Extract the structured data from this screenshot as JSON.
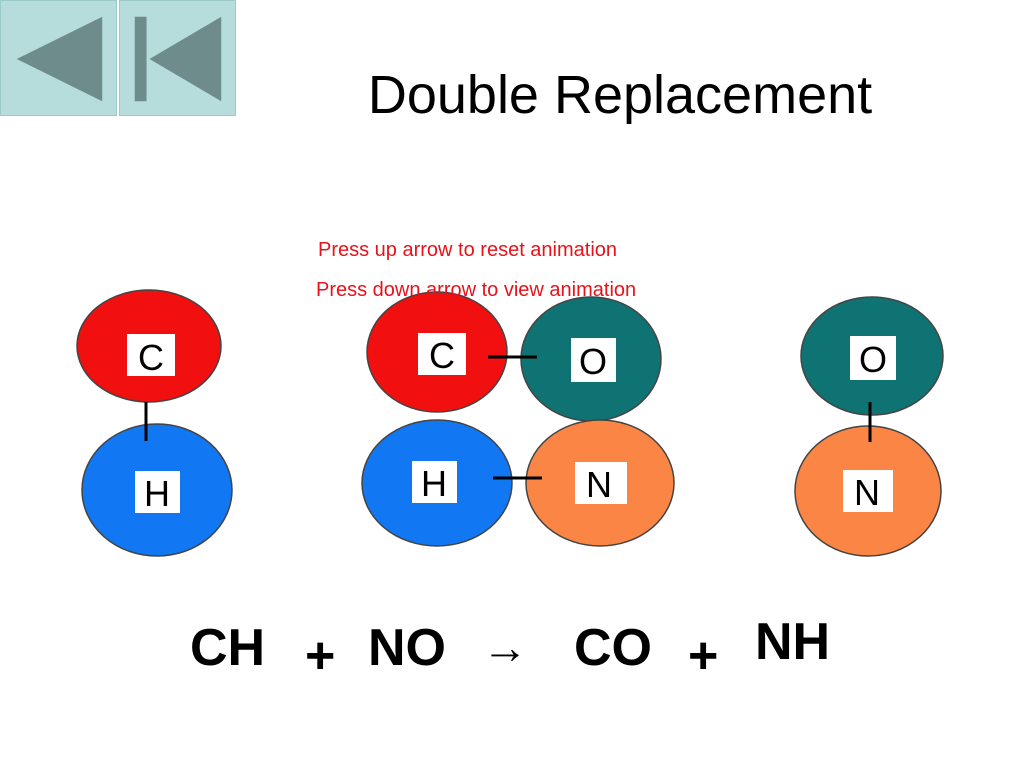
{
  "slide": {
    "title": "Double Replacement",
    "instructions": {
      "up": "Press up arrow to reset animation",
      "down": "Press down arrow to view animation"
    },
    "nav": {
      "back_icon": "triangle-left-icon",
      "first_icon": "skip-to-first-icon",
      "button_color": "#b7dcdc",
      "icon_color": "#6f8c8c"
    },
    "atoms": {
      "C": {
        "label": "C",
        "color": "#f20f0f"
      },
      "H": {
        "label": "H",
        "color": "#1177f2"
      },
      "O": {
        "label": "O",
        "color": "#0e7372"
      },
      "N": {
        "label": "N",
        "color": "#fb8545"
      }
    },
    "molecules": {
      "left": [
        "C",
        "H"
      ],
      "middle": [
        "C",
        "O",
        "H",
        "N"
      ],
      "right": [
        "O",
        "N"
      ]
    },
    "equation": {
      "term1": "CH",
      "plus1": "+",
      "term2": "NO",
      "arrow": "→",
      "term3": "CO",
      "plus2": "+",
      "term4": "NH"
    }
  }
}
